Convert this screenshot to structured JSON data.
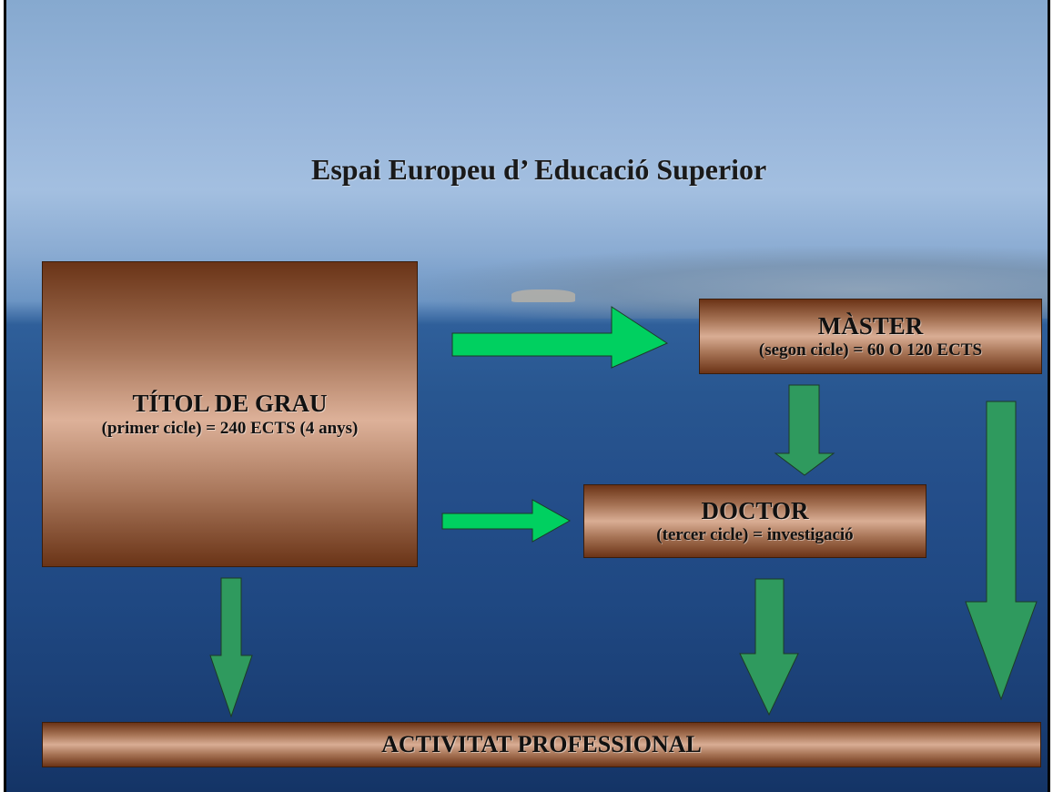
{
  "slide": {
    "title": "Espai Europeu d’ Educació Superior"
  },
  "boxes": {
    "grau": {
      "title": "TÍTOL DE GRAU",
      "subtitle": "(primer cicle) = 240 ECTS (4 anys)"
    },
    "master": {
      "title": "MÀSTER",
      "subtitle": "(segon cicle) = 60 O 120 ECTS"
    },
    "doctor": {
      "title": "DOCTOR",
      "subtitle": "(tercer cicle) = investigació"
    },
    "activitat": {
      "title": "ACTIVITAT PROFESSIONAL"
    }
  },
  "colors": {
    "arrow_horizontal": "#00d060",
    "arrow_vertical": "#2f9a5e",
    "arrow_stroke": "#1d3b25",
    "box_dark": "#6b3316",
    "box_light": "#d9ad94"
  }
}
